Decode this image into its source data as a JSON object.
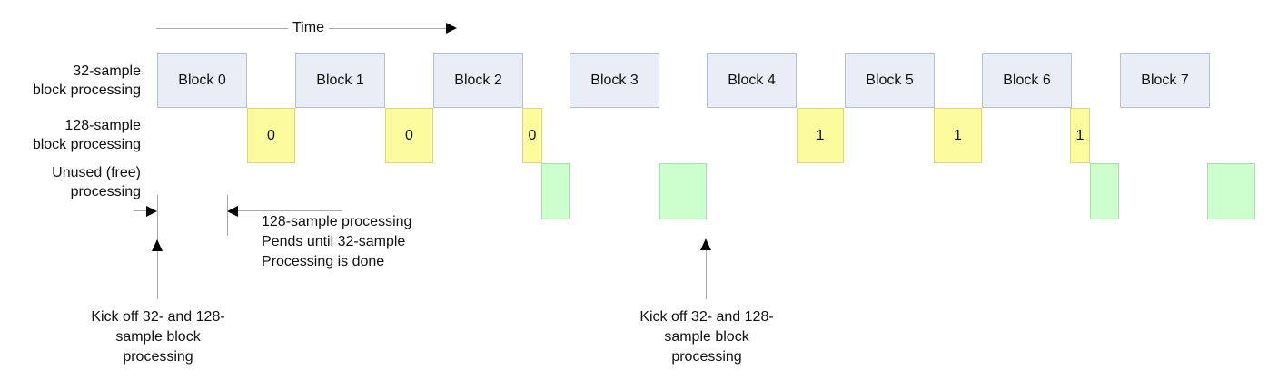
{
  "colors": {
    "block_fill": "#E9EDF6",
    "block_border": "#B9C0CC",
    "yellow_fill": "#FBFB9D",
    "yellow_border": "#D6D687",
    "green_fill": "#CDFECD",
    "green_border": "#A8DCA8",
    "line": "#A9A9A9",
    "text": "#111111"
  },
  "time_axis": {
    "label": "Time"
  },
  "rows": [
    {
      "line1": "32-sample",
      "line2": "block processing"
    },
    {
      "line1": "128-sample",
      "line2": "block processing"
    },
    {
      "line1": "Unused (free)",
      "line2": "processing"
    }
  ],
  "blocks": [
    {
      "label": "Block 0"
    },
    {
      "label": "Block 1"
    },
    {
      "label": "Block 2"
    },
    {
      "label": "Block 3"
    },
    {
      "label": "Block 4"
    },
    {
      "label": "Block 5"
    },
    {
      "label": "Block 6"
    },
    {
      "label": "Block 7"
    }
  ],
  "yellow_boxes": [
    {
      "label": "0"
    },
    {
      "label": "0"
    },
    {
      "label": "0"
    },
    {
      "label": "1"
    },
    {
      "label": "1"
    },
    {
      "label": "1"
    }
  ],
  "annotations": {
    "pend_note": {
      "line1": "128-sample processing",
      "line2": "Pends until 32-sample",
      "line3": "Processing is done"
    },
    "kickoff_left": {
      "line1": "Kick off 32- and 128-",
      "line2": "sample block",
      "line3": "processing"
    },
    "kickoff_mid": {
      "line1": "Kick off 32- and 128-",
      "line2": "sample block",
      "line3": "processing"
    }
  }
}
